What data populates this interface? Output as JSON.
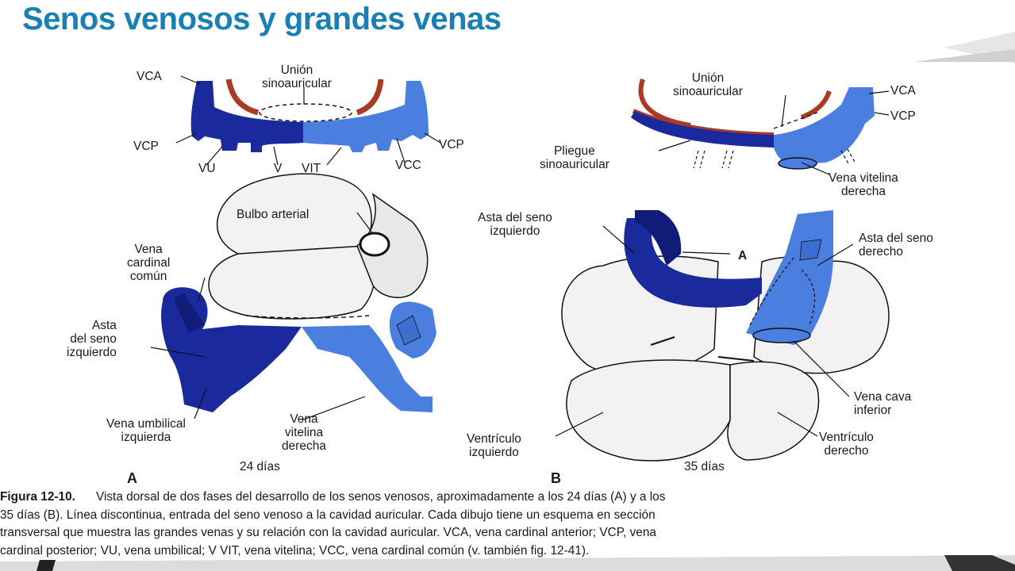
{
  "title": "Senos venosos y grandes venas",
  "panel_a": {
    "letter": "A",
    "days": "24 días",
    "top_labels": {
      "vca": "VCA",
      "union": "Unión\nsinoauricular",
      "vcp_left": "VCP",
      "vcp_right": "VCP",
      "vu": "VU",
      "v": "V",
      "vit": "VIT",
      "vcc": "VCC"
    },
    "bottom_labels": {
      "bulbo": "Bulbo arterial",
      "vena_cardinal": "Vena\ncardinal\ncomún",
      "asta_izq": "Asta\ndel seno\nizquierdo",
      "vena_umbilical": "Vena umbilical\nizquierda",
      "vena_vitelina": "Vena\nvitelina\nderecha"
    }
  },
  "panel_b": {
    "letter": "B",
    "days": "35 días",
    "top_labels": {
      "union": "Unión\nsinoauricular",
      "vca": "VCA",
      "vcp": "VCP",
      "pliegue": "Pliegue\nsinoauricular",
      "vena_vitelina": "Vena vitelina\nderecha"
    },
    "bottom_labels": {
      "asta_izq": "Asta del seno\nizquierdo",
      "a_marker": "A",
      "asta_der": "Asta del seno\nderecho",
      "vena_cava": "Vena cava\ninferior",
      "ventriculo_izq": "Ventrículo\nizquierdo",
      "ventriculo_der": "Ventrículo\nderecho"
    }
  },
  "caption": {
    "figure_number": "Figura 12-10.",
    "line1": "Vista dorsal de dos fases del desarrollo de los senos venosos, aproximadamente a los 24 días (A) y a los",
    "line2": "35 días (B). Línea discontinua, entrada del seno venoso a la cavidad auricular. Cada dibujo tiene un esquema en sección",
    "line3": "transversal que muestra las grandes venas y su relación con la cavidad auricular. VCA, vena cardinal anterior; VCP, vena",
    "line4": "cardinal posterior; VU, vena umbilical; V VIT, vena vitelina; VCC, vena cardinal común (v. también fig. 12-41)."
  },
  "colors": {
    "title": "#1a7fb5",
    "dark_blue": "#1a2a9c",
    "light_blue": "#4a7fe0",
    "artery_red": "#a83a26",
    "heart_fill": "#f2f2f2"
  }
}
